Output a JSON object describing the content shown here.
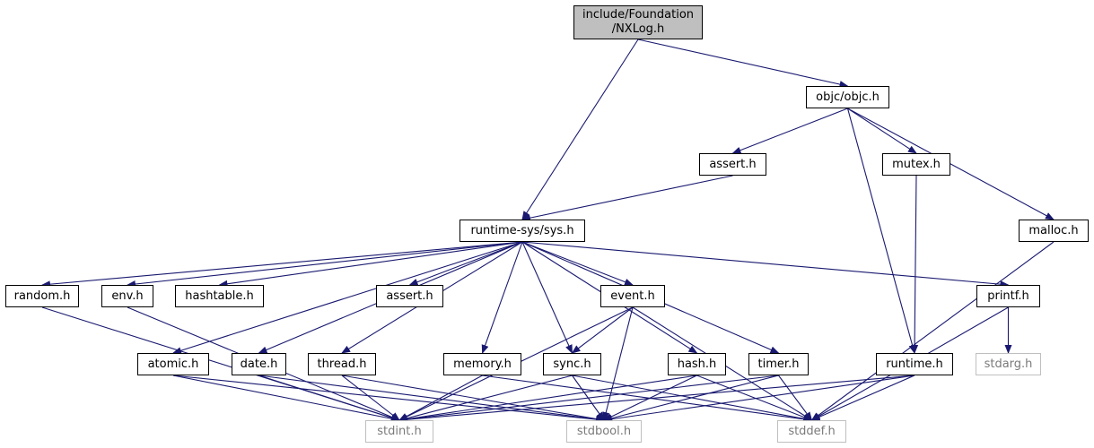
{
  "diagram": {
    "edge_color": "#191970",
    "root": {
      "line1": "include/Foundation",
      "line2": "/NXLog.h"
    },
    "nodes": {
      "objc": "objc/objc.h",
      "assert_top": "assert.h",
      "mutex": "mutex.h",
      "malloc": "malloc.h",
      "sys": "runtime-sys/sys.h",
      "random": "random.h",
      "env": "env.h",
      "hashtable": "hashtable.h",
      "assert_mid": "assert.h",
      "event": "event.h",
      "printf": "printf.h",
      "atomic": "atomic.h",
      "date": "date.h",
      "thread": "thread.h",
      "memory": "memory.h",
      "sync": "sync.h",
      "hash": "hash.h",
      "timer": "timer.h",
      "runtime": "runtime.h",
      "stdarg": "stdarg.h",
      "stdint": "stdint.h",
      "stdbool": "stdbool.h",
      "stddef": "stddef.h"
    },
    "edges": [
      [
        "root",
        "sys"
      ],
      [
        "root",
        "objc"
      ],
      [
        "objc",
        "assert_top"
      ],
      [
        "objc",
        "mutex"
      ],
      [
        "objc",
        "malloc"
      ],
      [
        "objc",
        "runtime"
      ],
      [
        "assert_top",
        "sys"
      ],
      [
        "mutex",
        "runtime"
      ],
      [
        "malloc",
        "stddef"
      ],
      [
        "sys",
        "random"
      ],
      [
        "sys",
        "env"
      ],
      [
        "sys",
        "hashtable"
      ],
      [
        "sys",
        "assert_mid"
      ],
      [
        "sys",
        "event"
      ],
      [
        "sys",
        "printf"
      ],
      [
        "sys",
        "atomic"
      ],
      [
        "sys",
        "date"
      ],
      [
        "sys",
        "thread"
      ],
      [
        "sys",
        "memory"
      ],
      [
        "sys",
        "sync"
      ],
      [
        "sys",
        "hash"
      ],
      [
        "sys",
        "timer"
      ],
      [
        "random",
        "stdint"
      ],
      [
        "env",
        "stdint"
      ],
      [
        "event",
        "sync"
      ],
      [
        "event",
        "stdint"
      ],
      [
        "event",
        "stdbool"
      ],
      [
        "event",
        "stddef"
      ],
      [
        "printf",
        "stdarg"
      ],
      [
        "printf",
        "stddef"
      ],
      [
        "atomic",
        "stdint"
      ],
      [
        "atomic",
        "stdbool"
      ],
      [
        "date",
        "stdint"
      ],
      [
        "date",
        "stdbool"
      ],
      [
        "thread",
        "stdint"
      ],
      [
        "thread",
        "stdbool"
      ],
      [
        "memory",
        "stdint"
      ],
      [
        "memory",
        "stddef"
      ],
      [
        "sync",
        "stdint"
      ],
      [
        "sync",
        "stdbool"
      ],
      [
        "sync",
        "stddef"
      ],
      [
        "hash",
        "stdint"
      ],
      [
        "hash",
        "stdbool"
      ],
      [
        "hash",
        "stddef"
      ],
      [
        "timer",
        "stdint"
      ],
      [
        "timer",
        "stdbool"
      ],
      [
        "timer",
        "stddef"
      ],
      [
        "runtime",
        "stdint"
      ],
      [
        "runtime",
        "stdbool"
      ],
      [
        "runtime",
        "stddef"
      ]
    ]
  }
}
